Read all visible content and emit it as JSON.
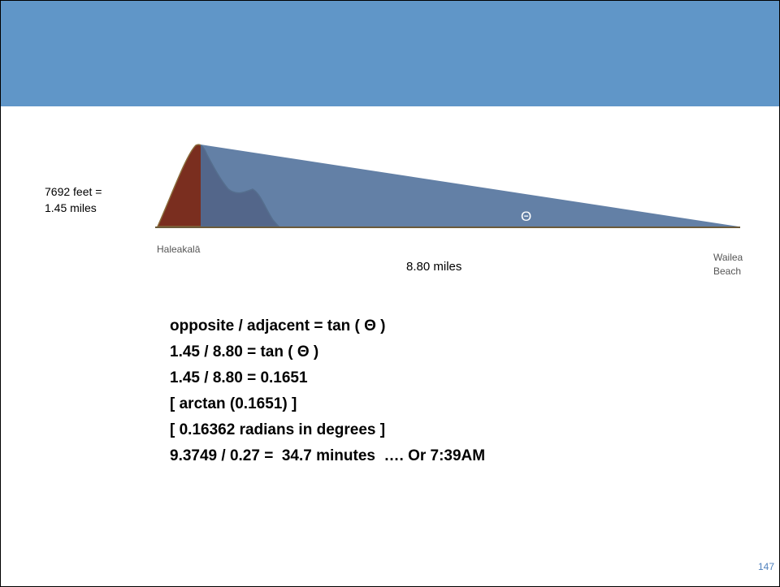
{
  "slide": {
    "page_number": "147",
    "colors": {
      "header_band": "#6096c8",
      "triangle_fill": "#4d6e9a",
      "mountain_fill": "#7a2e1f",
      "page_number": "#4f81bd"
    }
  },
  "diagram": {
    "height_label_line1": "7692 feet =",
    "height_label_line2": "1.45 miles",
    "left_point_label": "Haleakalā",
    "right_point_label_line1": "Wailea",
    "right_point_label_line2": "Beach",
    "base_label": "8.80 miles",
    "angle_label": "Θ"
  },
  "formulas": [
    "opposite / adjacent = tan ( Θ )",
    "1.45 / 8.80 = tan ( Θ )",
    "1.45 / 8.80 = 0.1651",
    "[ arctan (0.1651) ]",
    "[ 0.16362 radians in degrees ]",
    "9.3749 / 0.27 =  34.7 minutes  …. Or 7:39AM"
  ]
}
